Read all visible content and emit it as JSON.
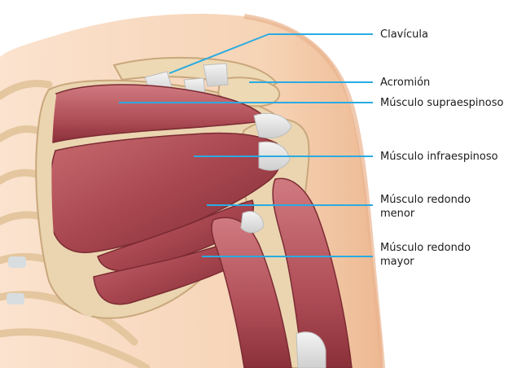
{
  "colors": {
    "leader_line": "#29ABE2",
    "skin": "#F6D3B5",
    "skin_edge": "#E9B38E",
    "bone": "#EAD5B0",
    "bone_edge": "#C9A77C",
    "muscle": "#A8464F",
    "muscle_dark": "#7C2B33",
    "tendon": "#E3E3E3"
  },
  "labels": {
    "clavicula": {
      "lines": [
        "Clavícula"
      ]
    },
    "acromion": {
      "lines": [
        "Acromión"
      ]
    },
    "supraespinoso": {
      "lines": [
        "Músculo supraespinoso"
      ]
    },
    "infraespinoso": {
      "lines": [
        "Músculo infraespinoso"
      ]
    },
    "redondo_menor": {
      "lines": [
        "Músculo redondo",
        "menor"
      ]
    },
    "redondo_mayor": {
      "lines": [
        "Músculo redondo",
        "mayor"
      ]
    }
  }
}
